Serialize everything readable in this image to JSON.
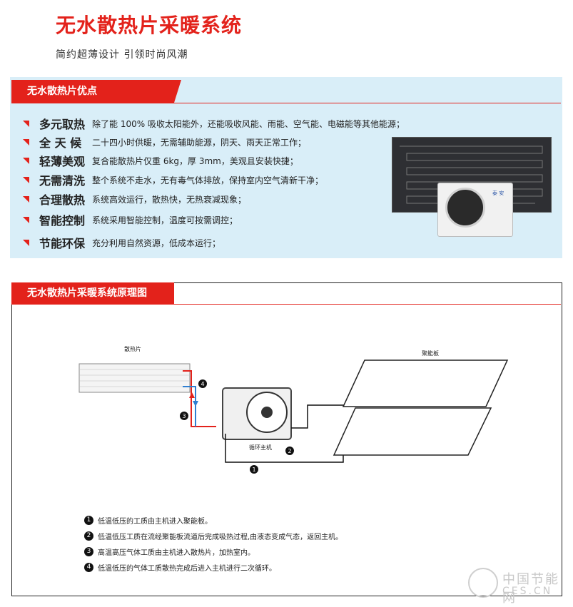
{
  "header": {
    "title": "无水散热片采暖系统",
    "subtitle": "简约超薄设计 引领时尚风潮"
  },
  "advantages": {
    "heading": "无水散热片优点",
    "items": [
      {
        "label": "多元取热",
        "desc": "除了能 100% 吸收太阳能外，还能吸收风能、雨能、空气能、电磁能等其他能源；"
      },
      {
        "label": "全 天 候",
        "desc": "二十四小时供暖，无需辅助能源，阴天、雨天正常工作；"
      },
      {
        "label": "轻薄美观",
        "desc": "复合能散热片仅重 6kg，厚 3mm，美观且安装快捷；"
      },
      {
        "label": "无需清洗",
        "desc": "整个系统不走水，无有毒气体排放，保持室内空气清新干净；"
      },
      {
        "label": "合理散热",
        "desc": "系统高效运行，散热快，无热衰减现象；"
      },
      {
        "label": "智能控制",
        "desc": "系统采用智能控制，温度可按需调控；"
      },
      {
        "label": "节能环保",
        "desc": "充分利用自然资源，低成本运行；"
      }
    ],
    "brand_text": "泰 安"
  },
  "principle": {
    "heading": "无水散热片采暖系统原理图",
    "labels": {
      "radiator": "散热片",
      "panels": "聚能板",
      "host": "循环主机"
    },
    "markers": [
      "1",
      "2",
      "3",
      "4"
    ],
    "steps": [
      {
        "num": "1",
        "text": "低温低压的工质由主机进入聚能板。"
      },
      {
        "num": "2",
        "text": "低温低压工质在流经聚能板流道后完成吸热过程,由液态变成气态，返回主机。"
      },
      {
        "num": "3",
        "text": "高温高压气体工质由主机进入散热片，加热室内。"
      },
      {
        "num": "4",
        "text": "低温低压的气体工质散热完成后进入主机进行二次循环。"
      }
    ]
  },
  "watermark": {
    "cn": "中国节能网",
    "en": "CES.CN"
  },
  "colors": {
    "accent": "#e3221b",
    "panel_bg": "#d9eef8",
    "pipe_hot": "#e3221b",
    "pipe_cold": "#2f7fd1"
  }
}
